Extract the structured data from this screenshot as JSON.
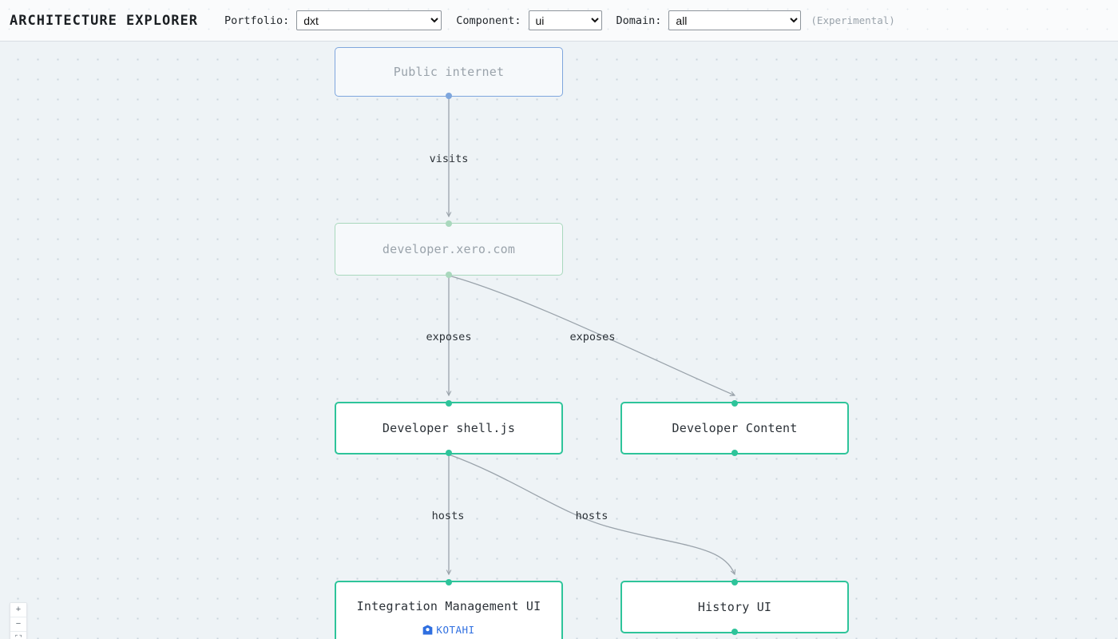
{
  "header": {
    "title": "ARCHITECTURE EXPLORER",
    "filters": [
      {
        "id": "portfolio",
        "label": "Portfolio:",
        "value": "dxt",
        "options": [
          "dxt"
        ]
      },
      {
        "id": "component",
        "label": "Component:",
        "value": "ui",
        "options": [
          "ui"
        ]
      },
      {
        "id": "domain",
        "label": "Domain:",
        "value": "all",
        "options": [
          "all"
        ]
      }
    ],
    "experimental_note": "(Experimental)"
  },
  "diagram": {
    "nodes": [
      {
        "id": "public-internet",
        "label": "Public internet",
        "style": "ext-blue",
        "handle": "blue",
        "badge": null
      },
      {
        "id": "developer-xero",
        "label": "developer.xero.com",
        "style": "ext-green",
        "handle": "green-pale",
        "badge": null
      },
      {
        "id": "developer-shell",
        "label": "Developer shell.js",
        "style": "active",
        "handle": "teal",
        "badge": null
      },
      {
        "id": "developer-content",
        "label": "Developer Content",
        "style": "active",
        "handle": "teal",
        "badge": null
      },
      {
        "id": "integration-mgmt",
        "label": "Integration Management UI",
        "style": "active",
        "handle": "teal",
        "badge": "KOTAHI"
      },
      {
        "id": "history-ui",
        "label": "History UI",
        "style": "active",
        "handle": "teal",
        "badge": null
      }
    ],
    "edges": [
      {
        "id": "e-visits",
        "label": "visits",
        "from": "public-internet",
        "to": "developer-xero"
      },
      {
        "id": "e-exposes-shell",
        "label": "exposes",
        "from": "developer-xero",
        "to": "developer-shell"
      },
      {
        "id": "e-exposes-content",
        "label": "exposes",
        "from": "developer-xero",
        "to": "developer-content"
      },
      {
        "id": "e-hosts-integration",
        "label": "hosts",
        "from": "developer-shell",
        "to": "integration-mgmt"
      },
      {
        "id": "e-hosts-history",
        "label": "hosts",
        "from": "developer-shell",
        "to": "history-ui"
      }
    ],
    "badge_icon_name": "kotahi-logo-icon"
  },
  "zoom_controls": [
    {
      "id": "zoom-in",
      "glyph": "+",
      "name": "zoom-in-button"
    },
    {
      "id": "zoom-out",
      "glyph": "−",
      "name": "zoom-out-button"
    },
    {
      "id": "fit-view",
      "glyph": "⛶",
      "name": "fit-view-button"
    }
  ],
  "colors": {
    "accent_teal": "#2ec49a",
    "external_blue": "#7ea6dd",
    "external_green": "#a9d8bd",
    "badge_blue": "#2f6fe0",
    "edge_gray": "#9aa3ab",
    "canvas_bg": "#eef3f6"
  }
}
